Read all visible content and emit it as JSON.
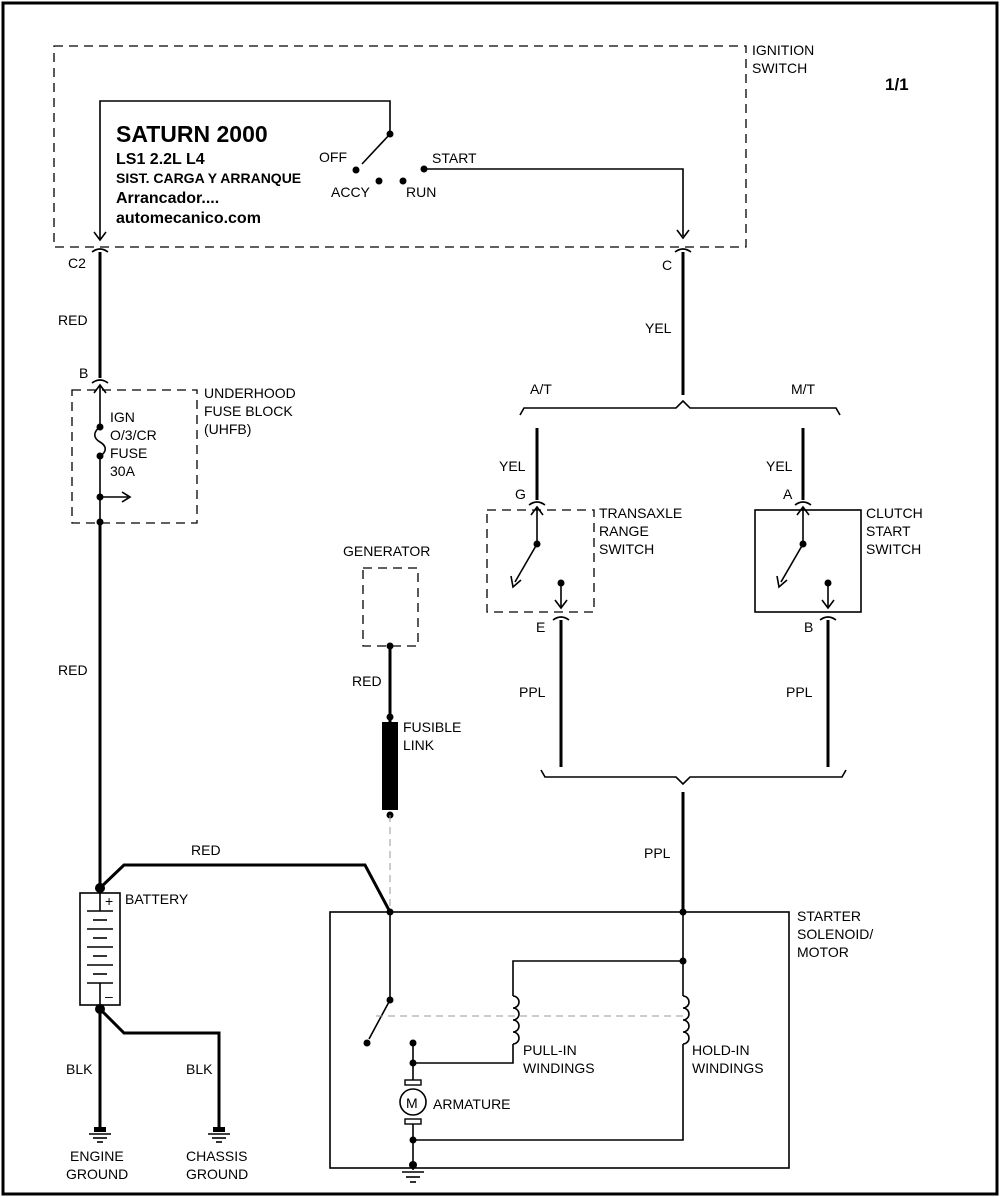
{
  "page_number": "1/1",
  "title": {
    "make": "SATURN 2000",
    "engine": "LS1   2.2L  L4",
    "system": "SIST. CARGA Y ARRANQUE",
    "subsystem": "Arrancador....",
    "website": "automecanico.com"
  },
  "ignition_switch": {
    "label_line1": "IGNITION",
    "label_line2": "SWITCH",
    "positions": {
      "off": "OFF",
      "accy": "ACCY",
      "run": "RUN",
      "start": "START"
    }
  },
  "connectors": {
    "c2": "C2",
    "c": "C",
    "b_fuse": "B",
    "g": "G",
    "e": "E",
    "a": "A",
    "b_clutch": "B"
  },
  "wire_colors": {
    "red_top": "RED",
    "red_main": "RED",
    "red_generator": "RED",
    "red_battery": "RED",
    "yel_main": "YEL",
    "yel_at": "YEL",
    "yel_mt": "YEL",
    "ppl_at": "PPL",
    "ppl_mt": "PPL",
    "ppl_main": "PPL",
    "blk_engine": "BLK",
    "blk_chassis": "BLK"
  },
  "underhood_fuse_block": {
    "label_line1": "UNDERHOOD",
    "label_line2": "FUSE BLOCK",
    "label_line3": "(UHFB)",
    "fuse_line1": "IGN",
    "fuse_line2": "O/3/CR",
    "fuse_line3": "FUSE",
    "fuse_line4": "30A"
  },
  "transmission": {
    "automatic": "A/T",
    "manual": "M/T"
  },
  "transaxle_range_switch": {
    "line1": "TRANSAXLE",
    "line2": "RANGE",
    "line3": "SWITCH"
  },
  "clutch_start_switch": {
    "line1": "CLUTCH",
    "line2": "START",
    "line3": "SWITCH"
  },
  "generator": "GENERATOR",
  "fusible_link": {
    "line1": "FUSIBLE",
    "line2": "LINK"
  },
  "battery": {
    "label": "BATTERY",
    "plus": "+",
    "minus": "–"
  },
  "starter": {
    "label_line1": "STARTER",
    "label_line2": "SOLENOID/",
    "label_line3": "MOTOR",
    "pull_in_line1": "PULL-IN",
    "pull_in_line2": "WINDINGS",
    "hold_in_line1": "HOLD-IN",
    "hold_in_line2": "WINDINGS",
    "armature": "ARMATURE",
    "motor_symbol": "M"
  },
  "grounds": {
    "engine_line1": "ENGINE",
    "engine_line2": "GROUND",
    "chassis_line1": "CHASSIS",
    "chassis_line2": "GROUND"
  }
}
